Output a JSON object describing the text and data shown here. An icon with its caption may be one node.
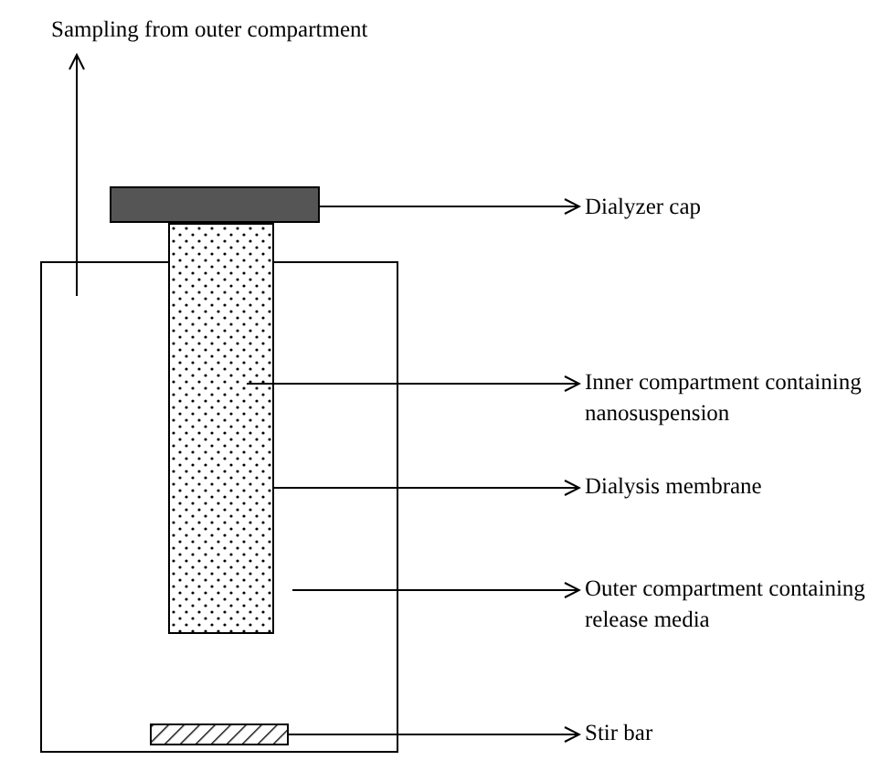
{
  "diagram": {
    "nodes": [
      {
        "text": [
          "Sampling from outer compartment"
        ]
      },
      {
        "text": [],
        "shape": "bar"
      },
      {
        "text": [
          "Dialyzer cap"
        ]
      },
      {
        "text": [],
        "shape": "box"
      },
      {
        "text": [],
        "shape": "box"
      },
      {
        "text": [
          "Inner compartment containing nanosuspension"
        ]
      },
      {
        "text": [
          "Dialysis membrane"
        ]
      },
      {
        "text": [
          "Outer compartment containing release media"
        ]
      },
      {
        "text": [],
        "shape": "bar",
        "in": 3
      },
      {
        "text": [
          "Stir bar"
        ]
      }
    ],
    "edges": [
      {
        "from": null,
        "to": 0,
        "arrow": "to"
      },
      {
        "from": 1,
        "to": 2,
        "arrow": "to"
      },
      {
        "from": 4,
        "to": 5,
        "arrow": "to"
      },
      {
        "from": 4,
        "to": 6,
        "arrow": "to"
      },
      {
        "from": 3,
        "to": 7,
        "arrow": "to"
      },
      {
        "from": 8,
        "to": 9,
        "arrow": "to"
      }
    ]
  }
}
